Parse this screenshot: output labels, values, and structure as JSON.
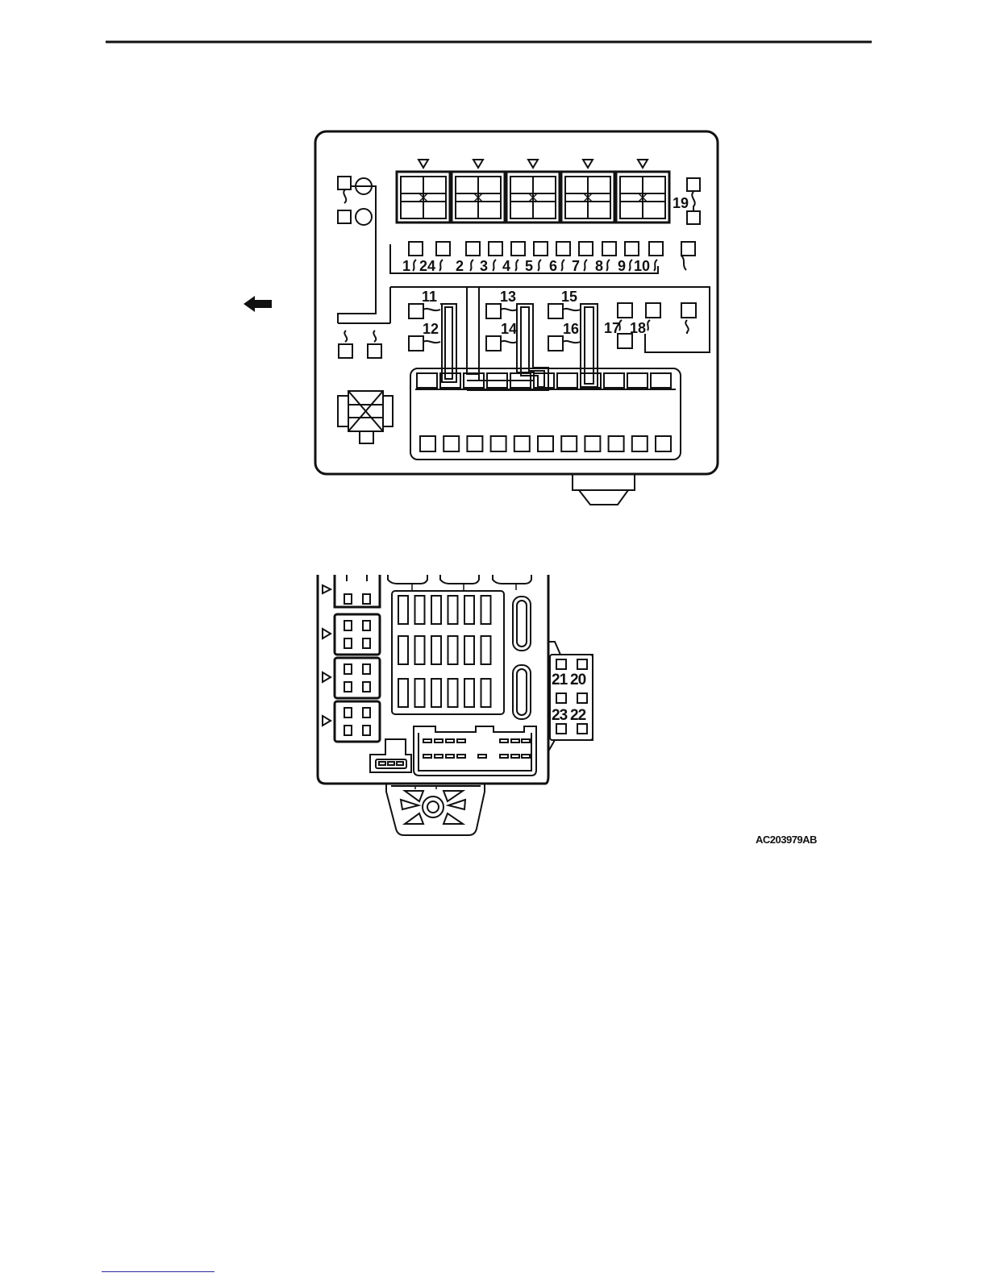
{
  "figure": {
    "code": "AC203979AB"
  },
  "upper_diagram": {
    "fuse_labels": [
      "1",
      "24",
      "2",
      "3",
      "4",
      "5",
      "6",
      "7",
      "8",
      "9",
      "10"
    ],
    "label_11": "11",
    "label_12": "12",
    "label_13": "13",
    "label_14": "14",
    "label_15": "15",
    "label_16": "16",
    "label_17": "17",
    "label_18": "18",
    "label_19": "19"
  },
  "lower_diagram": {
    "label_20": "20",
    "label_21": "21",
    "label_22": "22",
    "label_23": "23"
  },
  "icons": [
    "front-arrow-icon",
    "relay-icon",
    "wave-connector-icon"
  ]
}
